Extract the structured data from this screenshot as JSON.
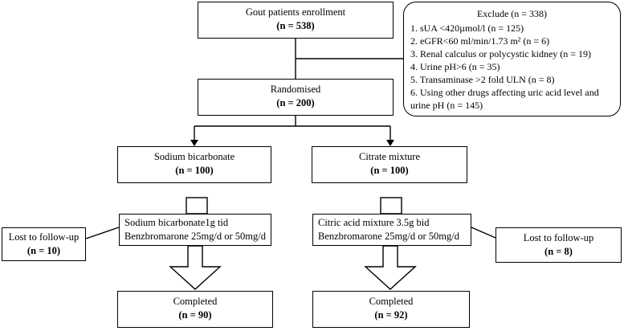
{
  "enrollment": {
    "title": "Gout patients enrollment",
    "n": "(n = 538)"
  },
  "exclude": {
    "title": "Exclude (n = 338)",
    "items": [
      "1. sUA <420µmol/l (n = 125)",
      "2. eGFR<60 ml/min/1.73 m² (n = 6)",
      "3. Renal calculus or polycystic kidney (n = 19)",
      "4. Urine pH>6 (n = 35)",
      "5. Transaminase >2 fold ULN (n = 8)",
      "6. Using other drugs affecting uric acid level and",
      "urine pH (n = 145)"
    ]
  },
  "randomised": {
    "title": "Randomised",
    "n": "(n = 200)"
  },
  "left_arm": {
    "group": {
      "title": "Sodium bicarbonate",
      "n": "(n = 100)"
    },
    "treatment": {
      "line1": "Sodium bicarbonate1g tid",
      "line2": "Benzbromarone 25mg/d or 50mg/d"
    },
    "lost": {
      "title": "Lost to follow-up",
      "n": "(n = 10)"
    },
    "completed": {
      "title": "Completed",
      "n": "(n = 90)"
    }
  },
  "right_arm": {
    "group": {
      "title": "Citrate mixture",
      "n": "(n = 100)"
    },
    "treatment": {
      "line1": "Citric acid mixture 3.5g bid",
      "line2": "Benzbromarone 25mg/d or 50mg/d"
    },
    "lost": {
      "title": "Lost to follow-up",
      "n": "(n = 8)"
    },
    "completed": {
      "title": "Completed",
      "n": "(n = 92)"
    }
  }
}
